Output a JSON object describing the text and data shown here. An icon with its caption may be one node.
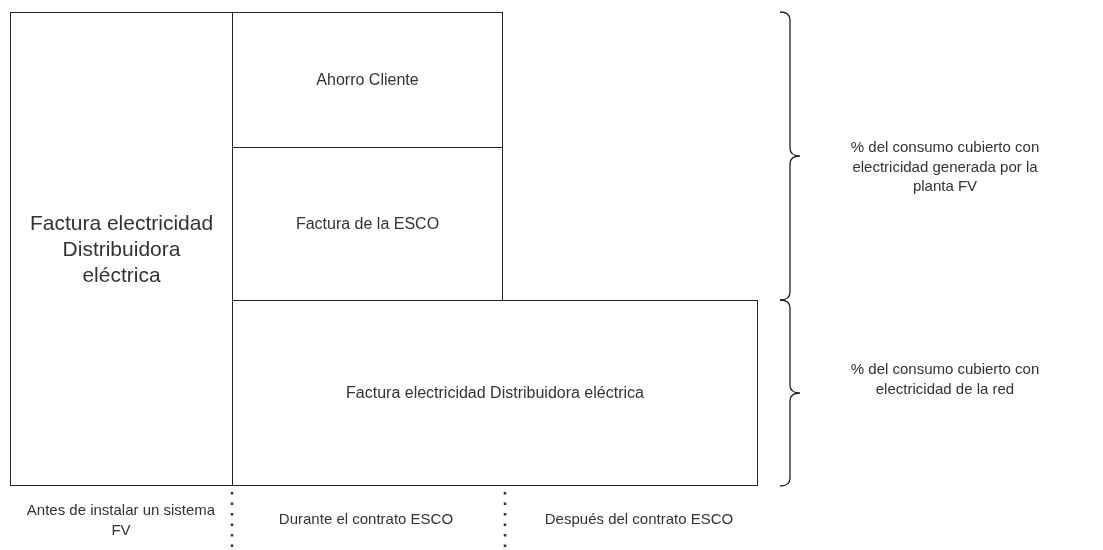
{
  "diagram": {
    "nodes": [
      {
        "text": [
          "Factura electricidad Distribuidora eléctrica"
        ]
      },
      {
        "text": [
          "Ahorro Cliente"
        ]
      },
      {
        "text": [
          "Factura de la ESCO"
        ]
      },
      {
        "text": [
          "Factura electricidad Distribuidora eléctrica"
        ]
      }
    ],
    "labels": [
      "% del consumo cubierto con electricidad generada por la planta FV",
      "% del consumo cubierto con electricidad de la red",
      "Antes de instalar un sistema FV",
      "Durante el contrato ESCO",
      "Después del contrato ESCO"
    ]
  }
}
